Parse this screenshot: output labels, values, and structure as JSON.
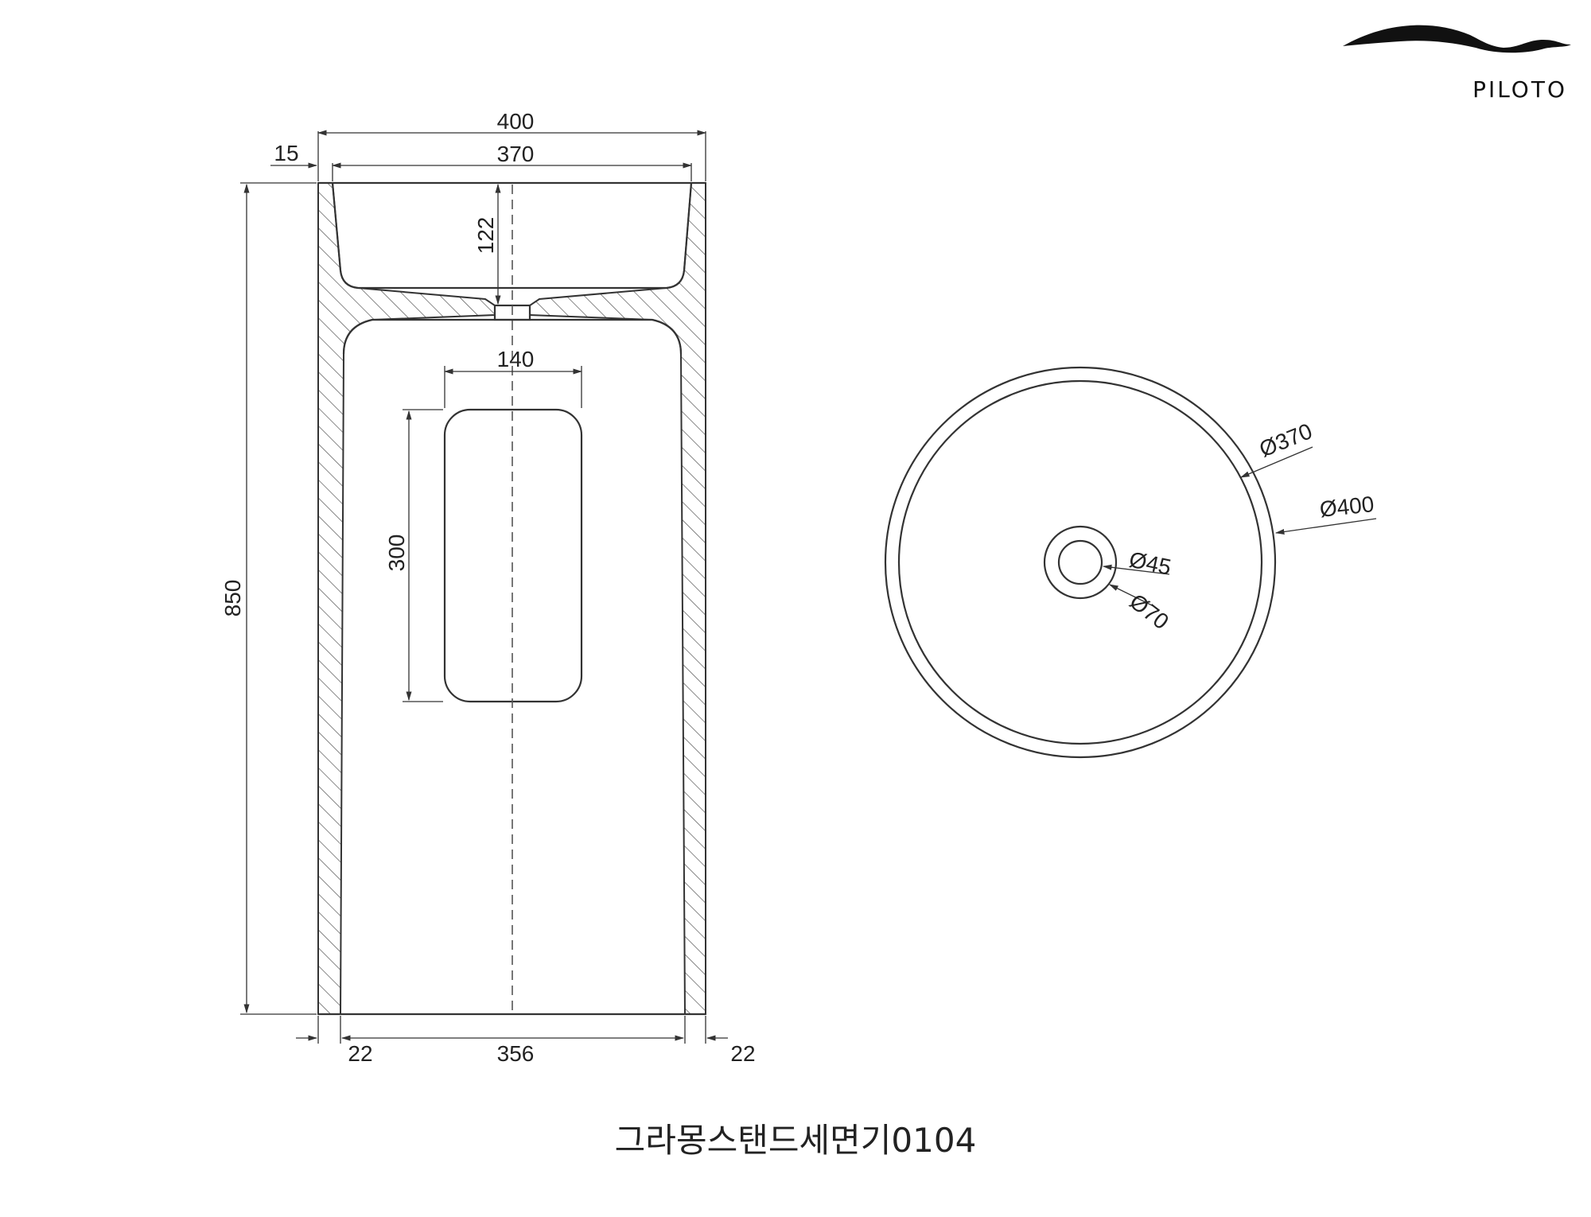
{
  "brand": {
    "name": "PILOTO"
  },
  "title": "그라몽스탠드세면기0104",
  "front_view": {
    "overall_width": "400",
    "basin_width": "370",
    "rim_thickness": "15",
    "basin_depth": "122",
    "overall_height": "850",
    "opening_width": "140",
    "opening_height": "300",
    "base_left_wall": "22",
    "base_inner_width": "356",
    "base_right_wall": "22"
  },
  "top_view": {
    "inner_diameter": "Ø370",
    "outer_diameter": "Ø400",
    "drain_inner_diameter": "Ø45",
    "drain_outer_diameter": "Ø70"
  }
}
